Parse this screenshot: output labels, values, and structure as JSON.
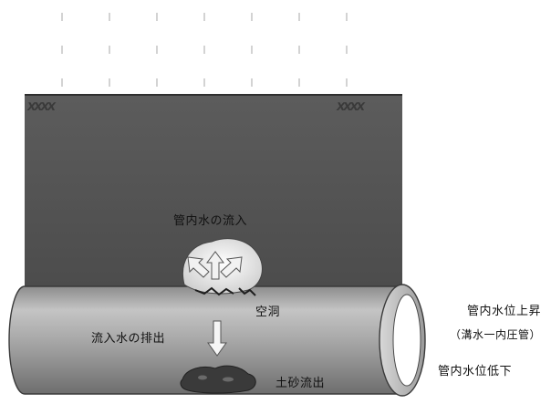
{
  "labels": {
    "inflow": "管内水の流入",
    "cavity": "空洞",
    "discharge": "流入水の排出",
    "sediment": "土砂流出",
    "water_rise": "管内水位上昇",
    "water_rise_note": "（溝水一内圧管）",
    "water_drop": "管内水位低下"
  },
  "surface_marks": [
    "XXXX",
    "XXXX"
  ],
  "colors": {
    "ground": "#555555",
    "pipe": "#9a9a9a",
    "arrow": "#f2f2f2",
    "cavity": "#e6e6e6",
    "rain": "#c8c8c8"
  }
}
